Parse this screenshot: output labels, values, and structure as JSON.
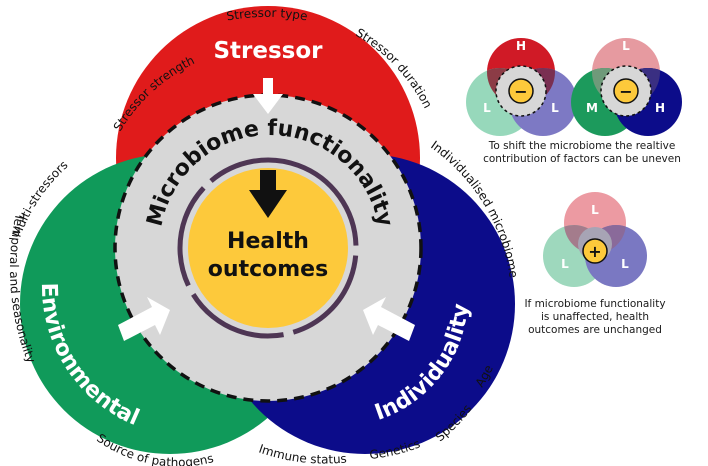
{
  "main_diagram": {
    "center_title": "Microbiome functionality",
    "core": {
      "line1": "Health",
      "line2": "outcomes"
    },
    "circles": [
      {
        "key": "stressor",
        "label": "Stressor",
        "color": "#e01b1b"
      },
      {
        "key": "environmental",
        "label": "Environmental",
        "color": "#109a5a"
      },
      {
        "key": "individuality",
        "label": "Individuality",
        "color": "#0c0c8a"
      }
    ],
    "factors": {
      "stressor_type": "Stressor type",
      "stressor_strength": "Stressor strength",
      "stressor_duration": "Stressor duration",
      "multi_stressors": "Multi-stressors",
      "temporal_seasonality": "Temporal and seasonality",
      "source_of_pathogens": "Source of pathogens",
      "immune_status": "Immune status",
      "genetics": "Genetics",
      "species": "Species",
      "age": "Age",
      "individualised_microbiome": "Individualised microbiome"
    }
  },
  "mini_uneven_1": {
    "top": "H",
    "left": "L",
    "right": "L",
    "sign": "−"
  },
  "mini_uneven_2": {
    "top": "L",
    "left": "M",
    "right": "H",
    "sign": "−"
  },
  "mini_uneven_caption": [
    "To shift the microbiome the realtive",
    "contribution of factors can be uneven"
  ],
  "mini_unchanged": {
    "top": "L",
    "left": "L",
    "right": "L",
    "sign": "+"
  },
  "mini_unchanged_caption": [
    "If microbiome functionality",
    "is unaffected, health",
    "outcomes are unchanged"
  ],
  "colors": {
    "stressor_red": "#e01b1b",
    "environmental_green": "#109a5a",
    "individuality_navy": "#0c0c8a",
    "microbiome_grey": "#d7d7d7",
    "health_yellow": "#fdc93b",
    "ring_purple": "#4e3654"
  }
}
